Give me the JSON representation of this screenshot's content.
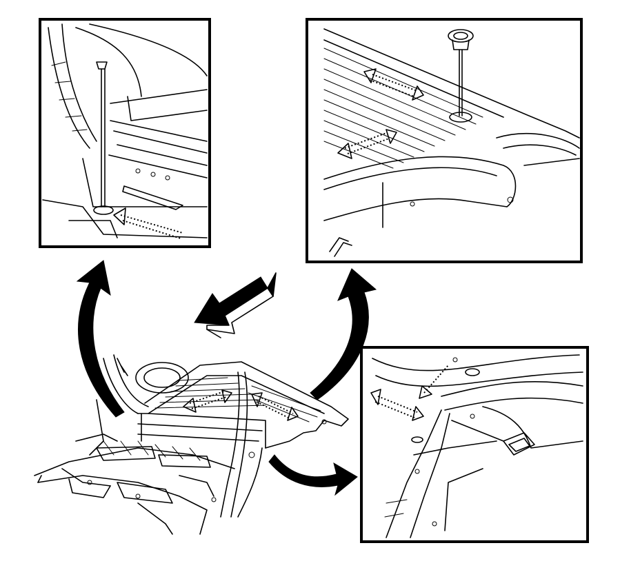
{
  "figure": {
    "colors": {
      "line": "#000000",
      "background": "#ffffff"
    },
    "parts": [
      "rear-floor-panel-assembly",
      "detail-view-left-floor-plug",
      "detail-view-right-floor-plug",
      "detail-view-wheelhouse-plug",
      "forward-direction-arrow"
    ]
  }
}
